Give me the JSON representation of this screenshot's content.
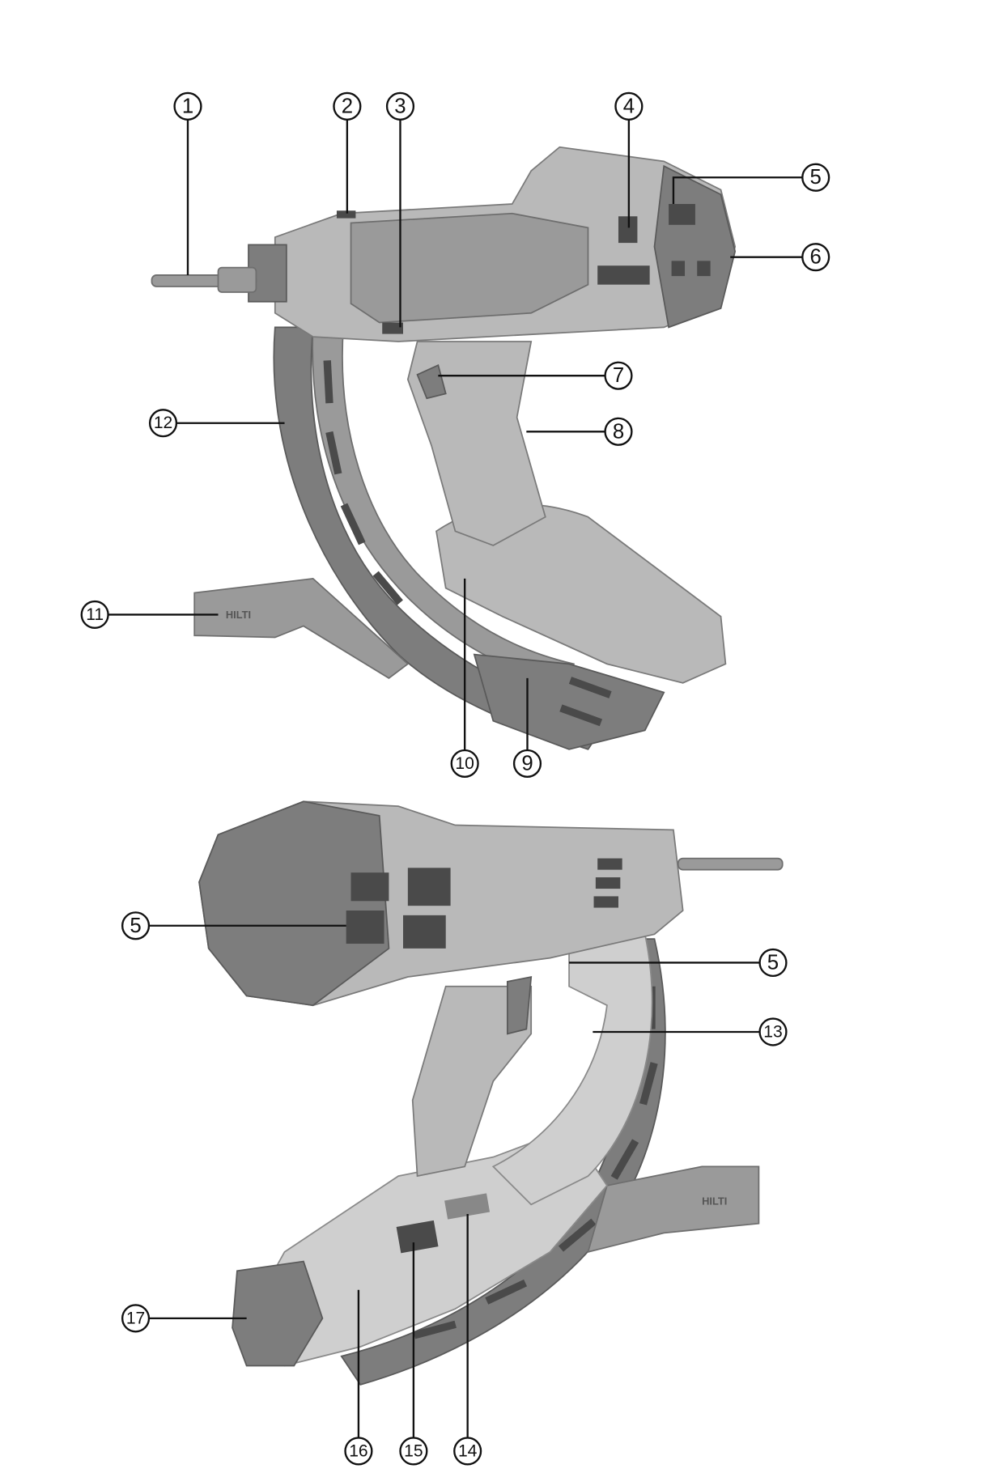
{
  "figure": {
    "brand_logo": "HILTI",
    "top_view_callouts": [
      "1",
      "2",
      "3",
      "4",
      "5",
      "6",
      "7",
      "8",
      "9",
      "10",
      "11",
      "12"
    ],
    "bottom_view_callouts": [
      "5",
      "5",
      "13",
      "14",
      "15",
      "16",
      "17"
    ]
  }
}
